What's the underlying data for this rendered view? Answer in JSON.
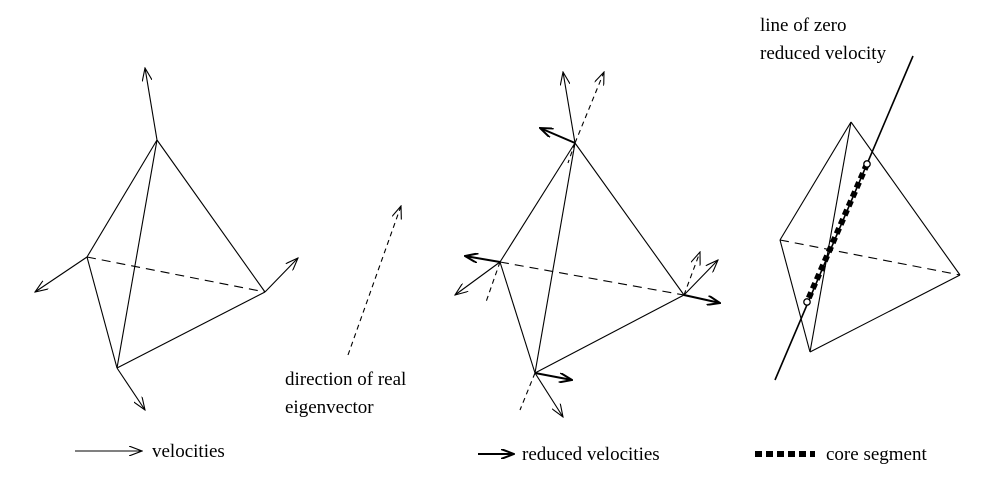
{
  "labels": {
    "direction_line1": "direction of real",
    "direction_line2": "eigenvector",
    "zero_line1": "line of zero",
    "zero_line2": "reduced velocity"
  },
  "legend": {
    "velocities": "velocities",
    "reduced_velocities": "reduced velocities",
    "core_segment": "core segment"
  },
  "colors": {
    "ink": "#000000",
    "background": "#ffffff"
  }
}
